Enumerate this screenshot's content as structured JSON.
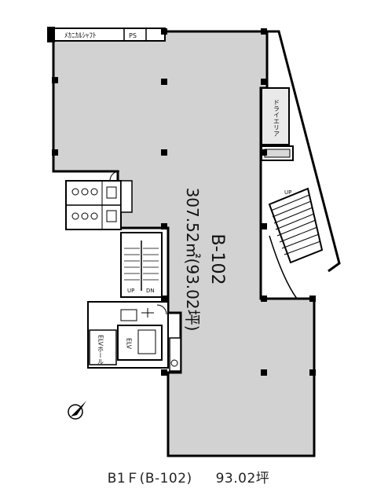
{
  "plan": {
    "unit_id": "B-102",
    "area_m2": "307.52㎡(93.02坪)",
    "labels": {
      "mechanical_shaft": "ﾒｶﾆｶﾙｼｬﾌﾄ",
      "ps": "PS",
      "dry_area": "ドライエリア",
      "elv_hall": "ELVホール",
      "elv": "ELV",
      "up_top": "UP",
      "up_left": "UP",
      "dn_left": "DN"
    }
  },
  "caption": {
    "floor": "B1Ｆ(B-102)",
    "area": "93.02坪"
  },
  "colors": {
    "floor_fill": "#d2d2d2",
    "wall": "#000000"
  },
  "icons": {
    "north_arrow": "north-arrow-icon"
  }
}
